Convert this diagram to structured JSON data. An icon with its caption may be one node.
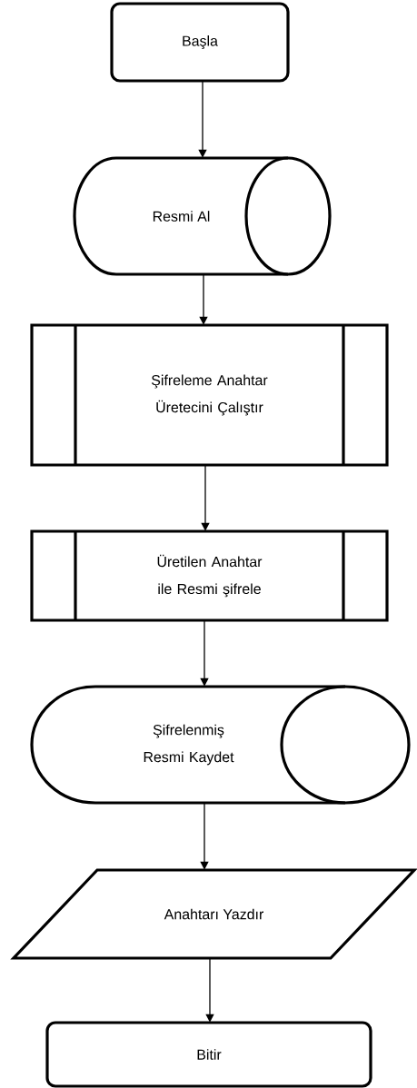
{
  "diagram": {
    "nodes": [
      {
        "text": [
          "Başla"
        ]
      },
      {
        "text": [
          "Resmi Al"
        ]
      },
      {
        "text": [
          "Şifreleme Anahtar Üretecini Çalıştır"
        ]
      },
      {
        "text": [
          "Üretilen Anahtar ile Resmi şifrele"
        ]
      },
      {
        "text": [
          "Şifrelenmiş Resmi Kaydet"
        ]
      },
      {
        "text": [
          "Anahtarı Yazdır"
        ]
      },
      {
        "text": [
          "Bitir"
        ]
      }
    ],
    "edges": [
      {
        "from": 0,
        "to": 1,
        "arrow": "to"
      },
      {
        "from": 1,
        "to": 2,
        "arrow": "to"
      },
      {
        "from": 2,
        "to": 3,
        "arrow": "to"
      },
      {
        "from": 3,
        "to": 4,
        "arrow": "to"
      },
      {
        "from": 4,
        "to": 5,
        "arrow": "to"
      },
      {
        "from": 5,
        "to": 6,
        "arrow": "to"
      }
    ]
  }
}
